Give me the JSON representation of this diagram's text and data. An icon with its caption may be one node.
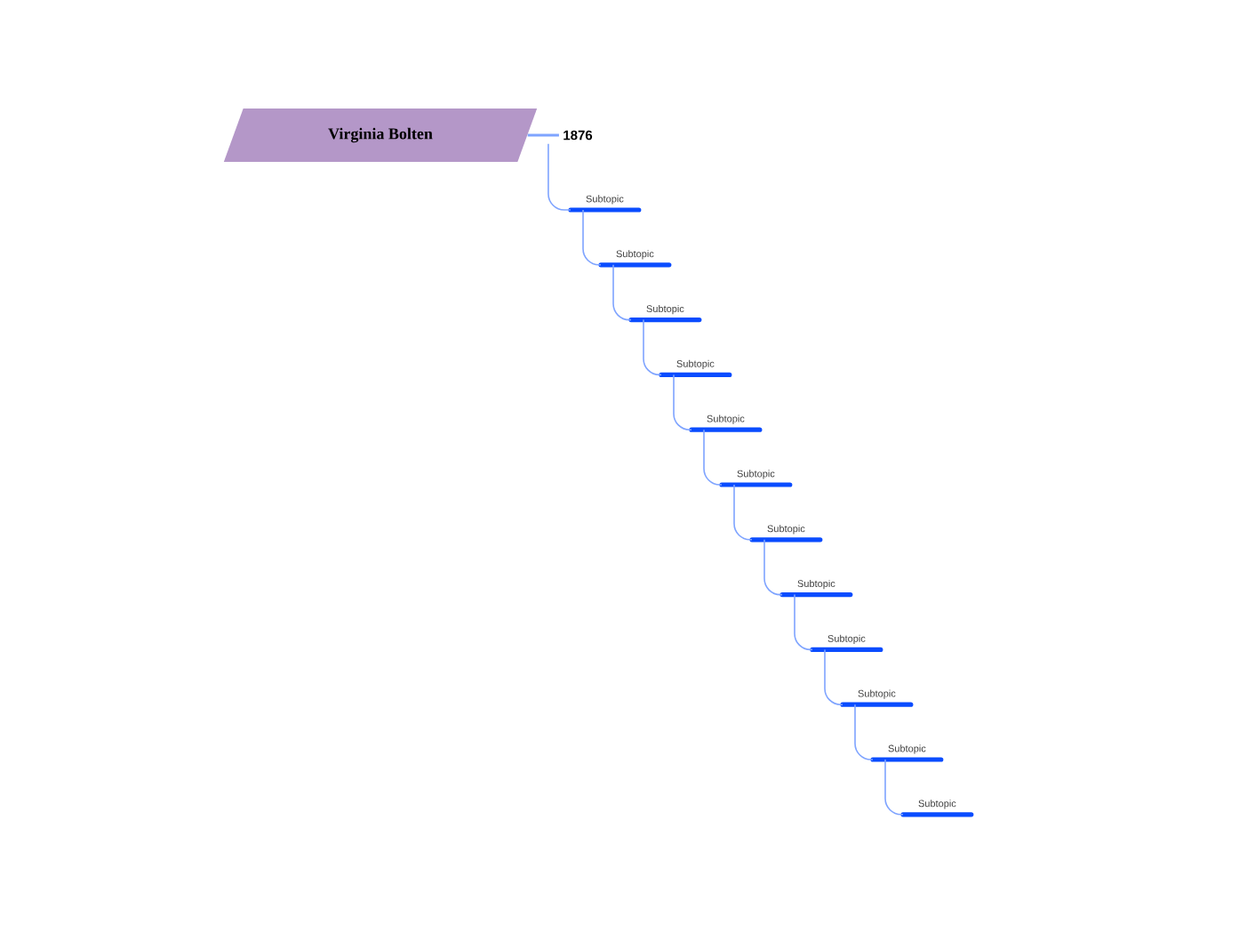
{
  "diagram": {
    "nodes": [
      {
        "text": [
          "Virginia Bolten"
        ]
      },
      {
        "text": [
          "1876"
        ]
      },
      {
        "text": [
          "Subtopic"
        ]
      },
      {
        "text": [
          "Subtopic"
        ]
      },
      {
        "text": [
          "Subtopic"
        ]
      },
      {
        "text": [
          "Subtopic"
        ]
      },
      {
        "text": [
          "Subtopic"
        ]
      },
      {
        "text": [
          "Subtopic"
        ]
      },
      {
        "text": [
          "Subtopic"
        ]
      },
      {
        "text": [
          "Subtopic"
        ]
      },
      {
        "text": [
          "Subtopic"
        ]
      },
      {
        "text": [
          "Subtopic"
        ]
      },
      {
        "text": [
          "Subtopic"
        ]
      },
      {
        "text": [
          "Subtopic"
        ]
      }
    ],
    "edges": [
      {
        "from": 0,
        "to": 1,
        "arrow": "none"
      },
      {
        "from": 1,
        "to": 2,
        "arrow": "none"
      },
      {
        "from": 2,
        "to": 3,
        "arrow": "none"
      },
      {
        "from": 3,
        "to": 4,
        "arrow": "none"
      },
      {
        "from": 4,
        "to": 5,
        "arrow": "none"
      },
      {
        "from": 5,
        "to": 6,
        "arrow": "none"
      },
      {
        "from": 6,
        "to": 7,
        "arrow": "none"
      },
      {
        "from": 7,
        "to": 8,
        "arrow": "none"
      },
      {
        "from": 8,
        "to": 9,
        "arrow": "none"
      },
      {
        "from": 9,
        "to": 10,
        "arrow": "none"
      },
      {
        "from": 10,
        "to": 11,
        "arrow": "none"
      },
      {
        "from": 11,
        "to": 12,
        "arrow": "none"
      },
      {
        "from": 12,
        "to": 13,
        "arrow": "none"
      }
    ]
  }
}
